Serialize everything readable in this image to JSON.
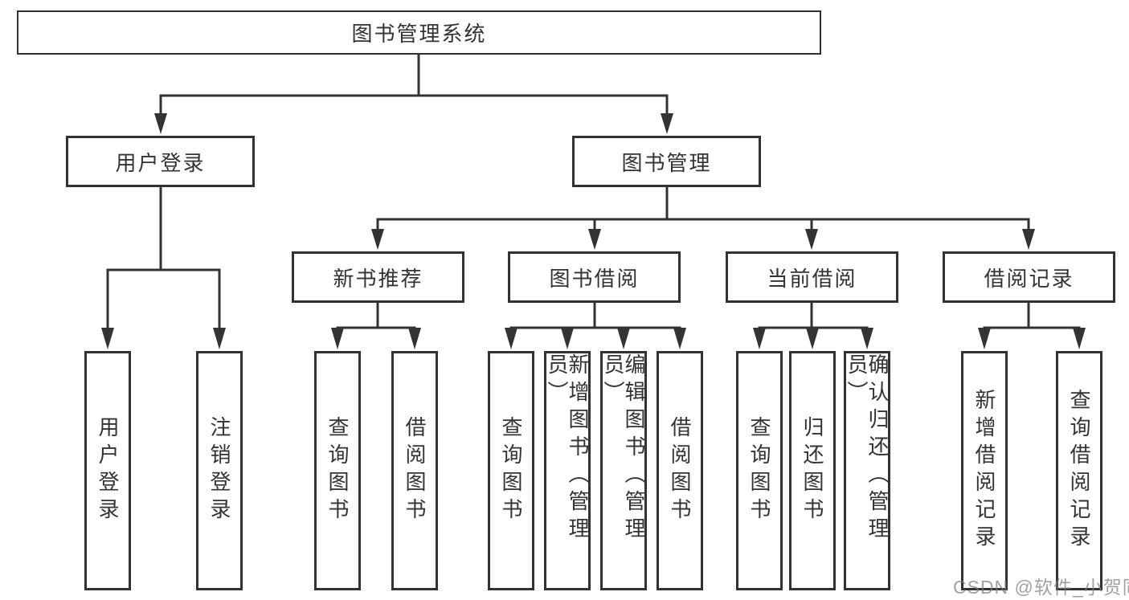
{
  "tree": {
    "root": {
      "label": "图书管理系统",
      "children": [
        {
          "label": "用户登录",
          "children": [
            {
              "label": "用户登录"
            },
            {
              "label": "注销登录"
            }
          ]
        },
        {
          "label": "图书管理",
          "children": [
            {
              "label": "新书推荐",
              "children": [
                {
                  "label": "查询图书"
                },
                {
                  "label": "借阅图书"
                }
              ]
            },
            {
              "label": "图书借阅",
              "children": [
                {
                  "label": "查询图书"
                },
                {
                  "label": "新增图书（管理员）"
                },
                {
                  "label": "编辑图书（管理员）"
                },
                {
                  "label": "借阅图书"
                }
              ]
            },
            {
              "label": "当前借阅",
              "children": [
                {
                  "label": "查询图书"
                },
                {
                  "label": "归还图书"
                },
                {
                  "label": "确认归还（管理员）"
                }
              ]
            },
            {
              "label": "借阅记录",
              "children": [
                {
                  "label": "新增借阅记录"
                },
                {
                  "label": "查询借阅记录"
                }
              ]
            }
          ]
        }
      ]
    }
  },
  "watermark": {
    "text": "CSDN @软件_小贺同学"
  },
  "colors": {
    "line": "#333333",
    "box_border": "#323232",
    "box_fill": "#ffffff",
    "text": "#333333",
    "watermark": "#9b9b9b",
    "background": "#ffffff"
  }
}
